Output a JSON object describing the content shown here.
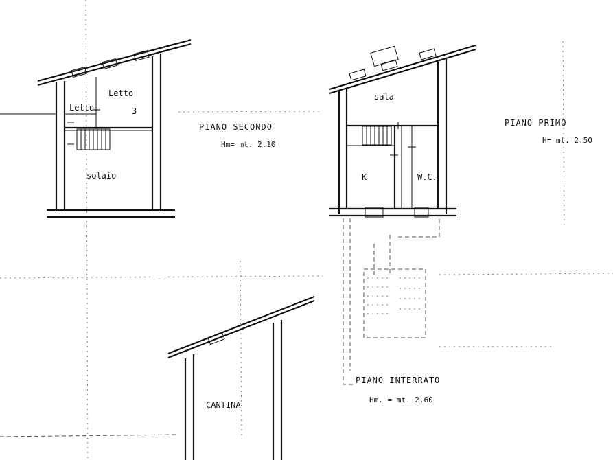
{
  "floors": {
    "secondo": {
      "title": "PIANO SECONDO",
      "height": "Hm= mt. 2.10",
      "rooms": {
        "letto_small": "Letto",
        "letto_main": "Letto",
        "letto_num": "3",
        "solaio": "solaio"
      }
    },
    "primo": {
      "title": "PIANO PRIMO",
      "height": "H= mt. 2.50",
      "rooms": {
        "sala": "sala",
        "k": "K",
        "wc": "W.C."
      }
    },
    "interrato": {
      "title": "PIANO INTERRATO",
      "height": "Hm. = mt. 2.60",
      "rooms": {
        "cantina": "CANTINA"
      }
    }
  }
}
